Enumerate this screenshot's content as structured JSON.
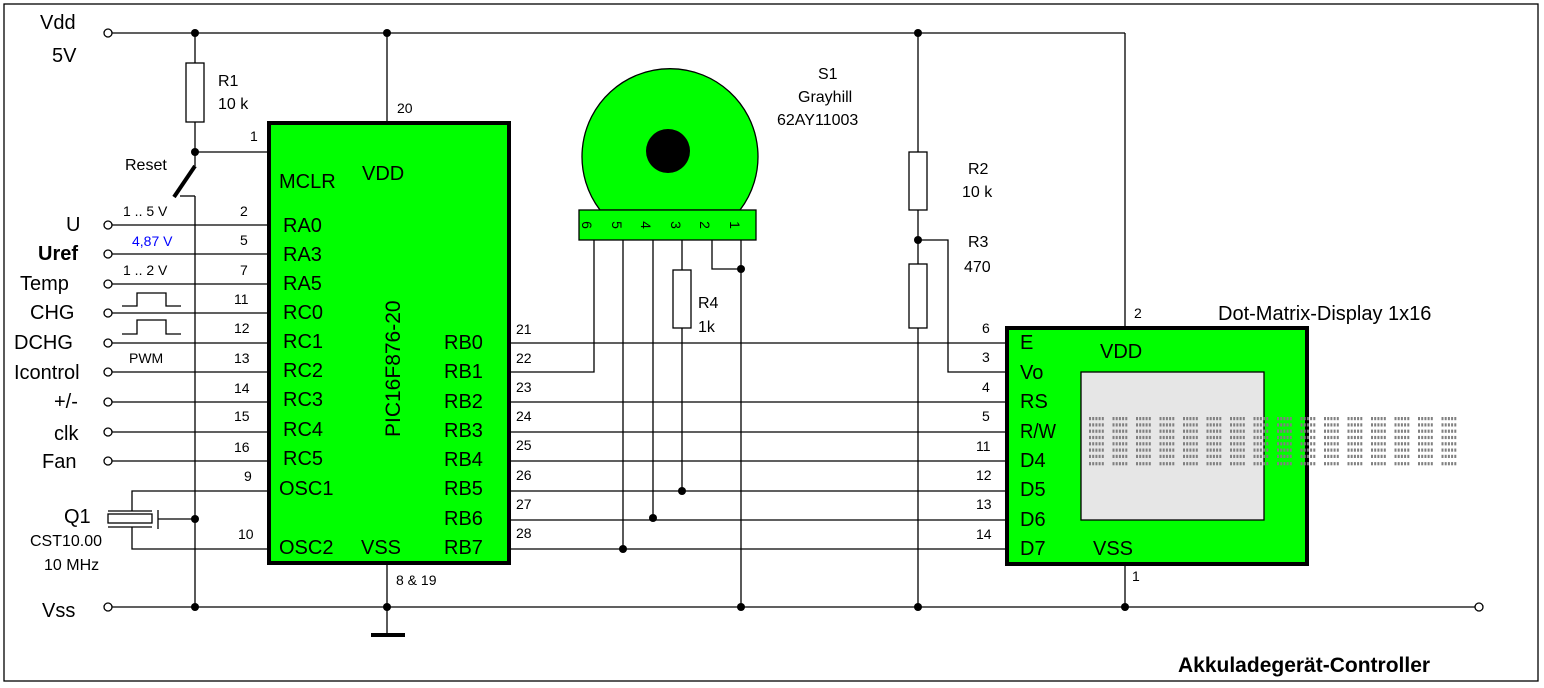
{
  "title": "Akkuladegerät-Controller",
  "supply": {
    "vdd_label": "Vdd",
    "vdd_value": "5V",
    "vss_label": "Vss"
  },
  "r1": {
    "name": "R1",
    "value": "10 k"
  },
  "r2": {
    "name": "R2",
    "value": "10 k"
  },
  "r3": {
    "name": "R3",
    "value": "470"
  },
  "r4": {
    "name": "R4",
    "value": "1k"
  },
  "reset_label": "Reset",
  "inputs": [
    {
      "label": "U",
      "annotation": "1 .. 5 V",
      "pin": "2"
    },
    {
      "label": "Uref",
      "annotation": "4,87 V",
      "pin": "5"
    },
    {
      "label": "Temp",
      "annotation": "1 .. 2 V",
      "pin": "7"
    },
    {
      "label": "CHG",
      "annotation": "",
      "pin": "11"
    },
    {
      "label": "DCHG",
      "annotation": "",
      "pin": "12"
    },
    {
      "label": "Icontrol",
      "annotation": "PWM",
      "pin": "13"
    },
    {
      "label": "+/-",
      "annotation": "",
      "pin": "14"
    },
    {
      "label": "clk",
      "annotation": "",
      "pin": "15"
    },
    {
      "label": "Fan",
      "annotation": "",
      "pin": "16"
    }
  ],
  "crystal": {
    "name": "Q1",
    "part": "CST10.00",
    "freq": "10 MHz",
    "pin_osc1": "9",
    "pin_osc2": "10"
  },
  "mcu": {
    "part": "PIC16F876-20",
    "pin_mclr": "1",
    "pin_vdd": "20",
    "pin_vss": "8 & 19",
    "vdd_label": "VDD",
    "vss_label": "VSS",
    "left_pins": [
      "MCLR",
      "RA0",
      "RA3",
      "RA5",
      "RC0",
      "RC1",
      "RC2",
      "RC3",
      "RC4",
      "RC5",
      "OSC1",
      "OSC2"
    ],
    "right_pins": [
      "RB0",
      "RB1",
      "RB2",
      "RB3",
      "RB4",
      "RB5",
      "RB6",
      "RB7"
    ],
    "right_pin_numbers": [
      "21",
      "22",
      "23",
      "24",
      "25",
      "26",
      "27",
      "28"
    ]
  },
  "switch": {
    "name": "S1",
    "maker": "Grayhill",
    "part": "62AY11003",
    "pins": [
      "6",
      "5",
      "4",
      "3",
      "2",
      "1"
    ]
  },
  "display": {
    "title": "Dot-Matrix-Display 1x16",
    "vdd_label": "VDD",
    "vss_label": "VSS",
    "pin_vdd": "2",
    "pin_vss": "1",
    "pins": [
      "E",
      "Vo",
      "RS",
      "R/W",
      "D4",
      "D5",
      "D6",
      "D7"
    ],
    "pin_numbers": [
      "6",
      "3",
      "4",
      "5",
      "11",
      "12",
      "13",
      "14"
    ],
    "characters": 16
  }
}
